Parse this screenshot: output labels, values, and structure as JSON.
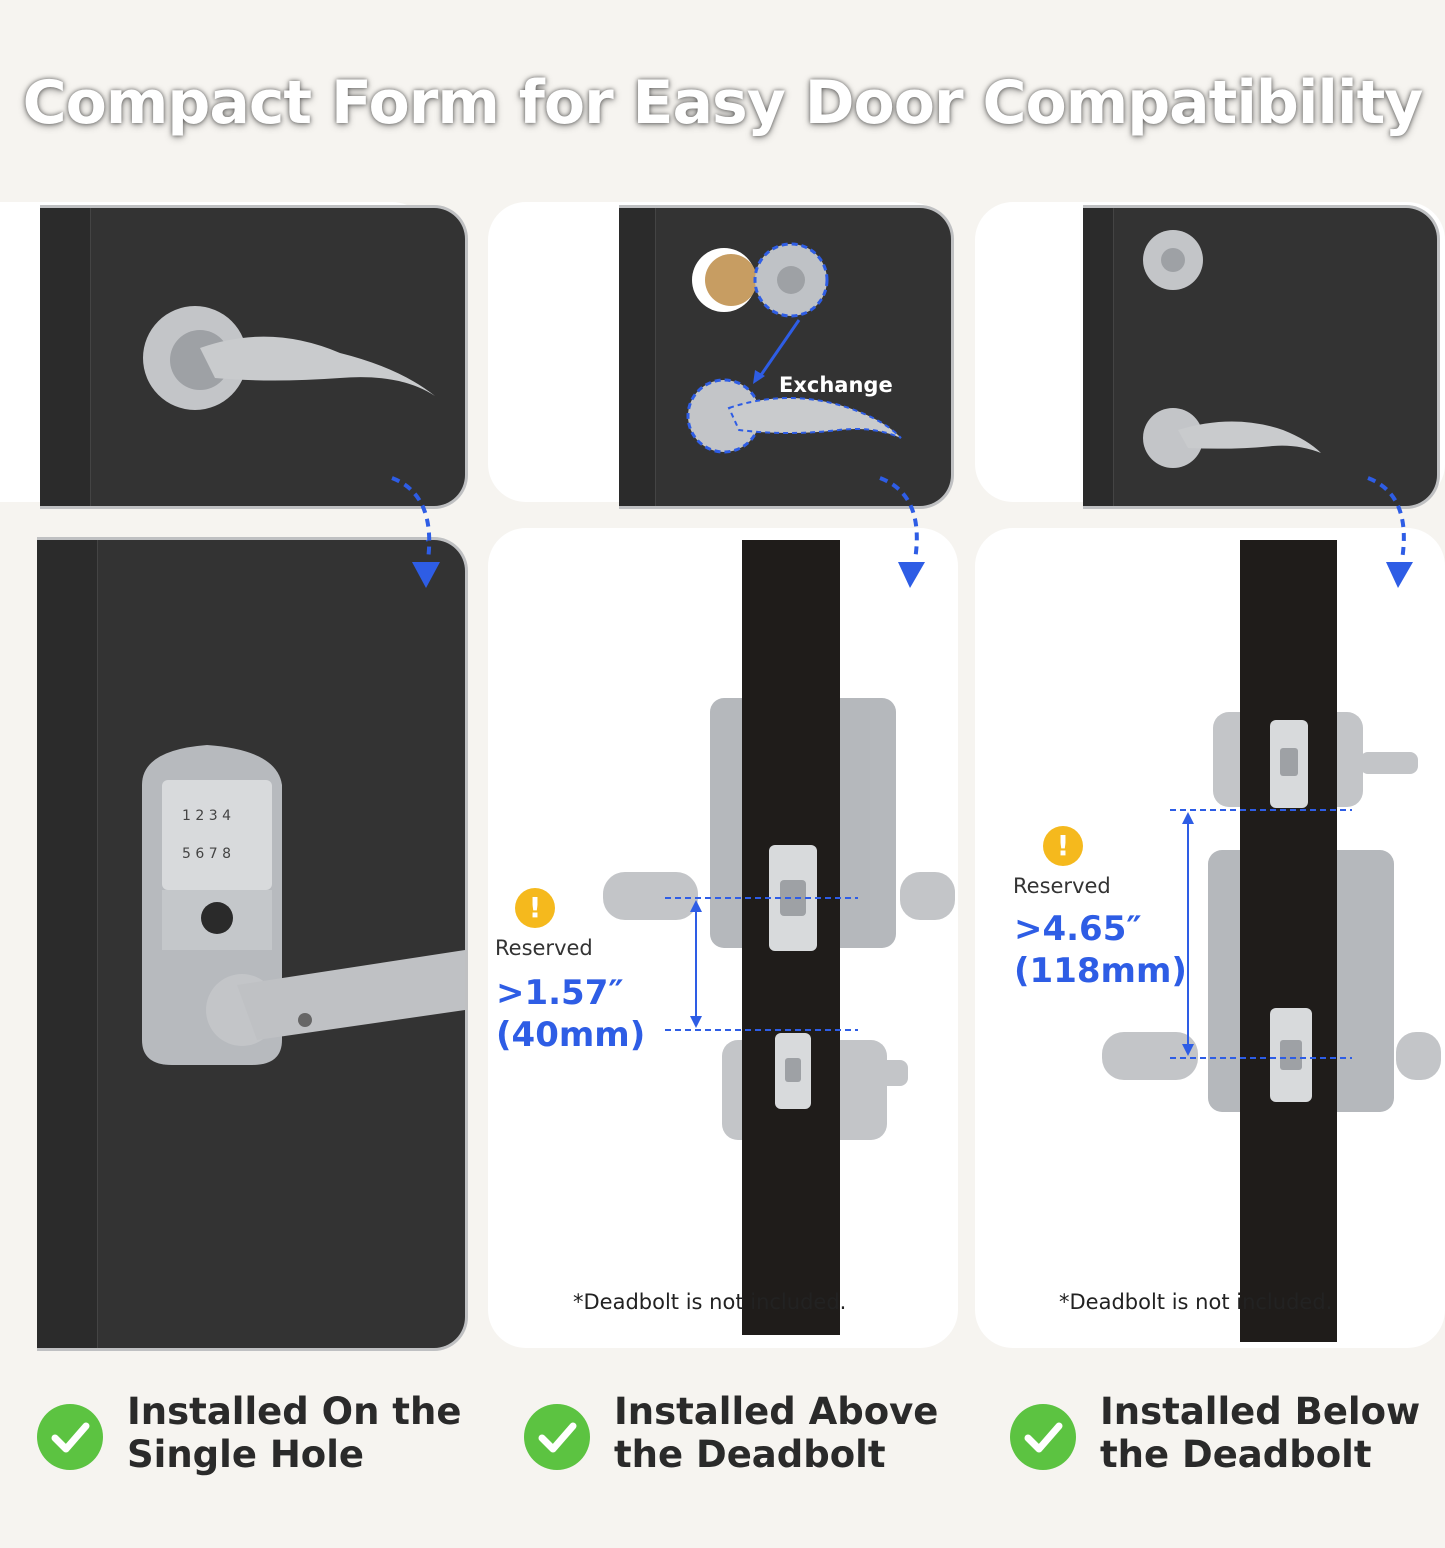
{
  "title": "Compact Form for Easy Door Compatibility",
  "panels": {
    "exchange_label": "Exchange",
    "reserved_label": "Reserved"
  },
  "measurements": {
    "above": {
      "inches": ">1.57″",
      "mm": "(40mm)"
    },
    "below": {
      "inches": ">4.65″",
      "mm": "(118mm)"
    }
  },
  "note": "*Deadbolt is not included.",
  "captions": [
    {
      "line1": "Installed On the",
      "line2": "Single Hole"
    },
    {
      "line1": "Installed Above",
      "line2": "the Deadbolt"
    },
    {
      "line1": "Installed Below",
      "line2": "the Deadbolt"
    }
  ],
  "colors": {
    "accent_blue": "#2e5de5",
    "check_green": "#5cc341",
    "warning_yellow": "#f5b91d",
    "door_gray": "#333333"
  },
  "icons": [
    "check-circle-icon",
    "exclamation-icon",
    "dashed-arrow-icon"
  ]
}
